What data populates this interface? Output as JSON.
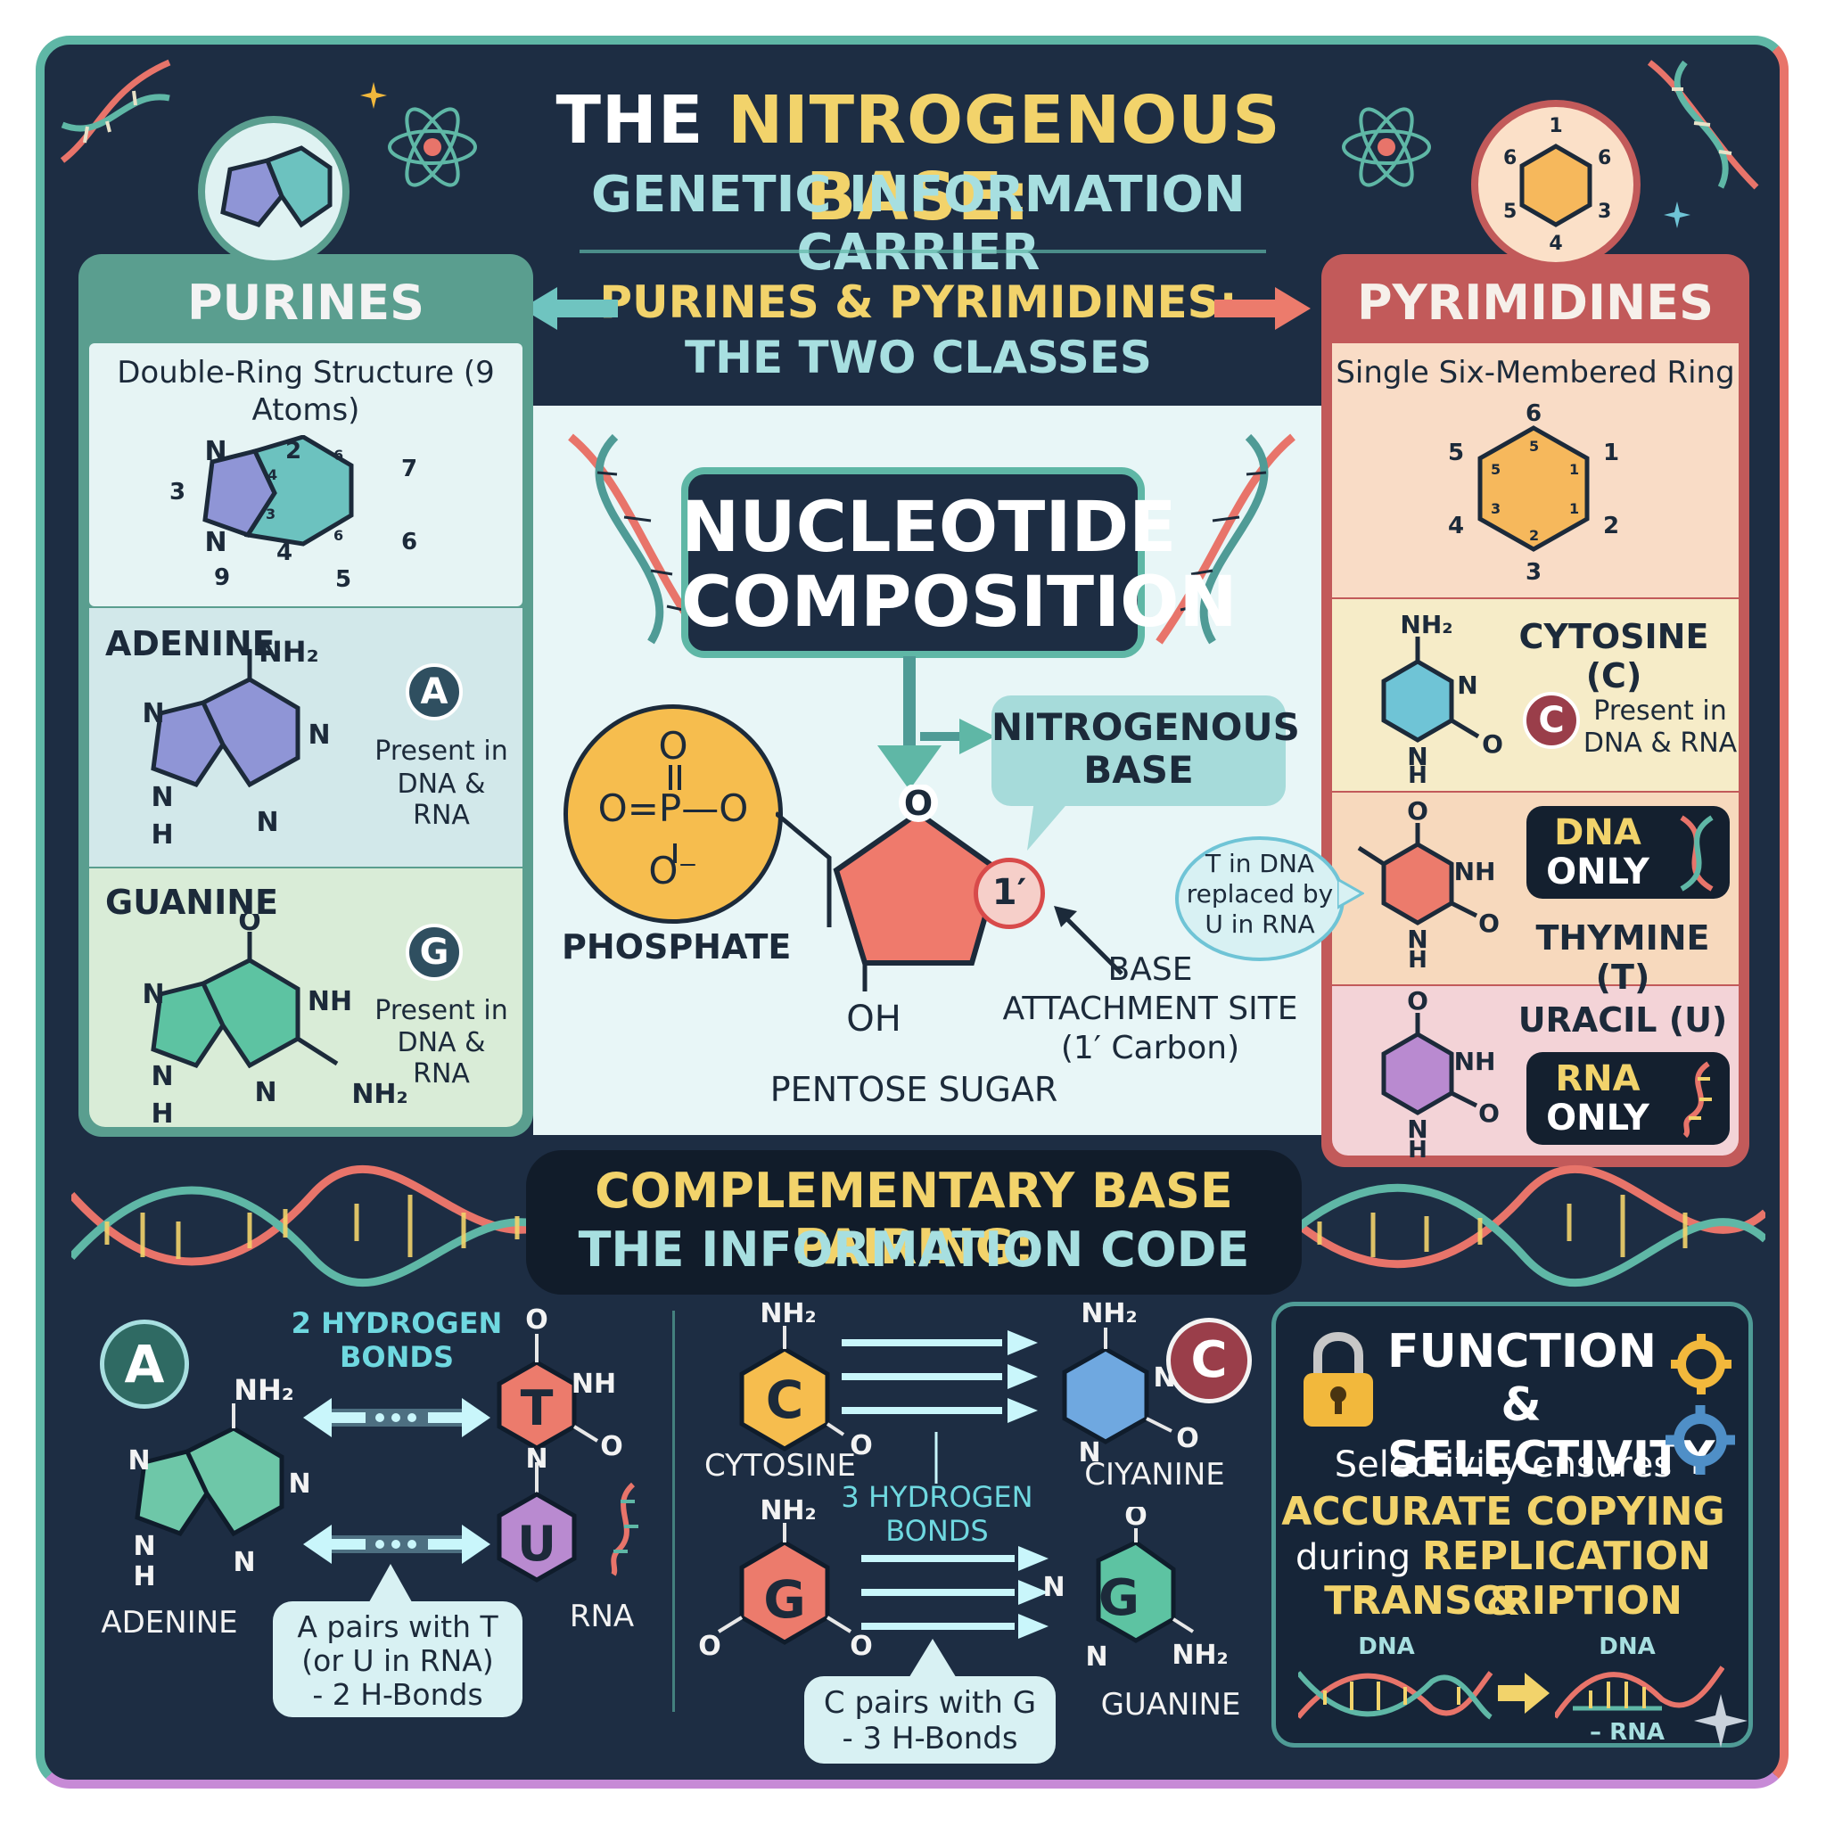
{
  "header": {
    "title_prefix": "THE ",
    "title_highlight": "NITROGENOUS BASE:",
    "subtitle": "GENETIC INFORMATION CARRIER"
  },
  "classes": {
    "heading_line1": "PURINES & PYRIMIDINES:",
    "heading_line2": "THE TWO CLASSES"
  },
  "purines": {
    "title": "PURINES",
    "structure_line1": "Double-Ring Structure (9",
    "structure_line2": "Atoms)",
    "ring_labels": [
      "N",
      "2",
      "7",
      "3",
      "N",
      "9",
      "4",
      "5",
      "6",
      "6",
      "4",
      "3",
      "6"
    ],
    "adenine": {
      "name": "ADENINE",
      "letter": "A",
      "presence_line1": "Present in",
      "presence_line2": "DNA & RNA",
      "atoms": [
        "NH₂",
        "N",
        "N",
        "N",
        "N",
        "H"
      ]
    },
    "guanine": {
      "name": "GUANINE",
      "letter": "G",
      "presence_line1": "Present in",
      "presence_line2": "DNA & RNA",
      "atoms": [
        "O",
        "NH",
        "N",
        "N",
        "N",
        "NH₂",
        "H"
      ]
    }
  },
  "pyrimidines": {
    "title": "PYRIMIDINES",
    "structure": "Single Six-Membered Ring",
    "ring_outer": [
      "6",
      "1",
      "2",
      "3",
      "4",
      "5"
    ],
    "ring_inner": [
      "5",
      "1",
      "1",
      "2",
      "3",
      "5"
    ],
    "cytosine": {
      "name": "CYTOSINE (C)",
      "letter": "C",
      "presence_line1": "Present in",
      "presence_line2": "DNA & RNA",
      "atoms": [
        "NH₂",
        "N",
        "N",
        "O",
        "H"
      ]
    },
    "thymine": {
      "name": "THYMINE (T)",
      "badge_line1": "DNA",
      "badge_line2": "ONLY",
      "atoms": [
        "O",
        "NH",
        "N",
        "O",
        "H"
      ]
    },
    "uracil": {
      "name": "URACIL (U)",
      "badge_line1": "RNA",
      "badge_line2": "ONLY",
      "atoms": [
        "O",
        "NH",
        "N",
        "O",
        "H"
      ]
    },
    "callout_line1": "T in DNA",
    "callout_line2": "replaced by",
    "callout_line3": "U in RNA"
  },
  "hex_icon": {
    "labels": [
      "1",
      "6",
      "6",
      "5",
      "3",
      "4"
    ]
  },
  "nucleotide": {
    "title_line1": "NUCLEOTIDE",
    "title_line2": "COMPOSITION",
    "base_label_line1": "NITROGENOUS",
    "base_label_line2": "BASE",
    "phosphate_label": "PHOSPHATE",
    "phosphate_atoms": [
      "O",
      "O=P—O",
      "O⁻"
    ],
    "sugar_label": "PENTOSE SUGAR",
    "sugar_atoms": [
      "O",
      "OH"
    ],
    "carbon_marker": "1′",
    "site_line1": "BASE",
    "site_line2": "ATTACHMENT SITE",
    "site_line3": "(1′ Carbon)"
  },
  "pairing": {
    "heading_line1": "COMPLEMENTARY BASE PAIRING:",
    "heading_line2": "THE INFORMATION CODE",
    "at": {
      "circle_letter": "A",
      "bonds_line1": "2 HYDROGEN",
      "bonds_line2": "BONDS",
      "adenine_label": "ADENINE",
      "rna_label": "RNA",
      "t_letter": "T",
      "u_letter": "U",
      "adenine_atoms": [
        "NH₂",
        "N",
        "N",
        "N",
        "N",
        "H"
      ],
      "t_atoms": [
        "O",
        "NH",
        "O",
        "N"
      ],
      "note_line1": "A pairs with T",
      "note_line2": "(or U in RNA)",
      "note_line3": "- 2 H-Bonds"
    },
    "cg": {
      "c_letter": "C",
      "g_letter": "G",
      "circle_letter": "C",
      "cytosine_label": "CYTOSINE",
      "cyanine_label": "CIYANINE",
      "guanine_label": "GUANINE",
      "bonds_line1": "3 HYDROGEN",
      "bonds_line2": "BONDS",
      "c_atoms": [
        "NH₂",
        "O"
      ],
      "cyanine_atoms": [
        "NH₂",
        "N",
        "N",
        "O"
      ],
      "g_atoms": [
        "NH₂",
        "O",
        "O"
      ],
      "guanine_atoms": [
        "O",
        "N",
        "N",
        "NH₂"
      ],
      "note_line1": "C pairs with G",
      "note_line2": "- 3 H-Bonds"
    }
  },
  "function": {
    "title_line1": "FUNCTION &",
    "title_line2": "SELECTIVITY",
    "body_line1": "Selectivity ensures",
    "body_line2": "ACCURATE COPYING",
    "body_line3_prefix": "during ",
    "body_line3_highlight": "REPLICATION &",
    "body_line4": "TRANSCRIPTION",
    "dna_left": "DNA",
    "dna_right": "DNA",
    "rna_label": "– RNA"
  },
  "colors": {
    "background": "#1d2d43",
    "title_white": "#ffffff",
    "title_yellow": "#f2d36b",
    "subtitle_teal": "#a7dfe0",
    "purine_teal": "#5a9e8f",
    "pyrimidine_red": "#c25a5a",
    "adenine_blue": "#8f95d6",
    "guanine_green": "#5dc3a2",
    "cytosine_cyan": "#6fc4d6",
    "thymine_red": "#ec7b6c",
    "uracil_purple": "#b98ad0",
    "phosphate_yellow": "#f6bd4e",
    "sugar_red": "#ef7a6c"
  },
  "icons": [
    "dna-helix-icon",
    "atom-icon",
    "padlock-icon",
    "gear-icon",
    "sparkle-icon"
  ]
}
